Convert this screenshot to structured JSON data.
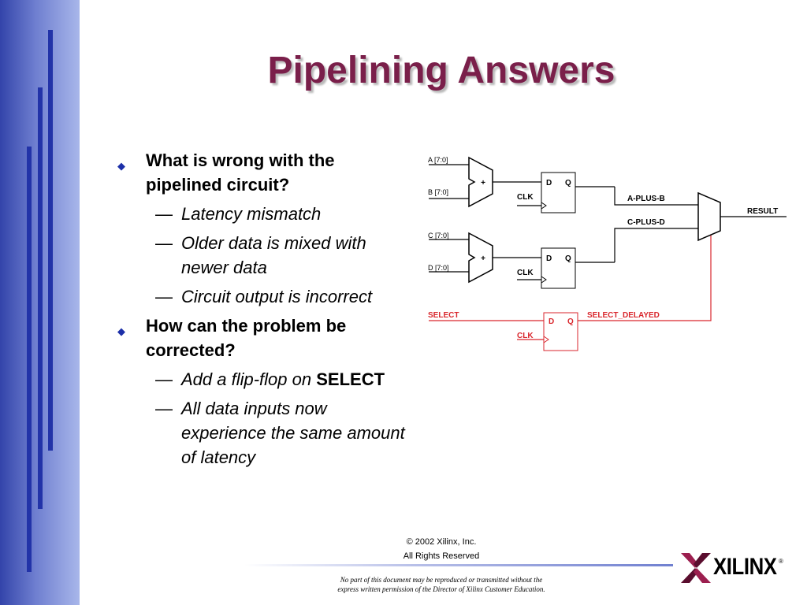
{
  "slide": {
    "title": "Pipelining Answers",
    "bullets": [
      {
        "text": "What is wrong with the pipelined circuit?",
        "subs": [
          "Latency mismatch",
          "Older data is mixed with newer data",
          "Circuit output is incorrect"
        ]
      },
      {
        "text": "How can the problem be corrected?",
        "subs_a_prefix": "Add a flip-flop on",
        "subs_a_strong": "SELECT",
        "subs_b": "All data inputs now experience the same amount of latency"
      }
    ],
    "dash": "—",
    "diamond": "◆"
  },
  "diagram": {
    "a_in": "A [7:0]",
    "b_in": "B [7:0]",
    "c_in": "C [7:0]",
    "d_in": "D [7:0]",
    "plus": "+",
    "d": "D",
    "q": "Q",
    "clk": "CLK",
    "a_plus_b": "A-PLUS-B",
    "c_plus_d": "C-PLUS-D",
    "result": "RESULT",
    "select": "SELECT",
    "select_delayed": "SELECT_DELAYED",
    "wire_color": "#000000",
    "select_color": "#d9262c"
  },
  "footer": {
    "copyright": "© 2002 Xilinx, Inc.",
    "rights": "All Rights Reserved",
    "notice_line1": "No part of this document may be reproduced or transmitted without the",
    "notice_line2": "express written permission of the Director of Xilinx Customer Education.",
    "logo_text": "XILINX",
    "reg_mark": "®"
  }
}
